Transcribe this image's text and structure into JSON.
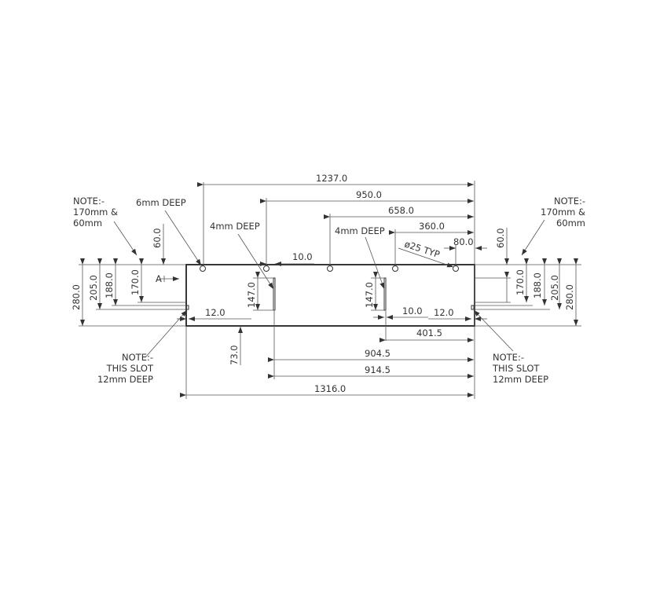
{
  "drawing": {
    "notes": {
      "top_left": [
        "NOTE:-",
        "170mm &",
        "60mm"
      ],
      "top_right": [
        "NOTE:-",
        "170mm &",
        "60mm"
      ],
      "bottom_left": [
        "NOTE:-",
        "THIS SLOT",
        "12mm DEEP"
      ],
      "bottom_right": [
        "NOTE:-",
        "THIS SLOT",
        "12mm DEEP"
      ]
    },
    "callouts": {
      "hole_depth": "6mm DEEP",
      "slot_depth_left": "4mm DEEP",
      "slot_depth_right": "4mm DEEP",
      "hole_diameter": "ø25 TYP",
      "section_marker": "A"
    },
    "dimensions": {
      "d1237": "1237.0",
      "d950": "950.0",
      "d658": "658.0",
      "d360": "360.0",
      "d80": "80.0",
      "d10_top": "10.0",
      "d60_left": "60.0",
      "d60_right": "60.0",
      "d280_left": "280.0",
      "d205_left": "205.0",
      "d188_left": "188.0",
      "d170_left": "170.0",
      "d147_left": "147.0",
      "d12_left": "12.0",
      "d73": "73.0",
      "d147_right": "147.0",
      "d10_right": "10.0",
      "d12_right": "12.0",
      "d401": "401.5",
      "d904": "904.5",
      "d914": "914.5",
      "d1316": "1316.0",
      "d170_right": "170.0",
      "d188_right": "188.0",
      "d205_right": "205.0",
      "d280_right": "280.0"
    }
  }
}
